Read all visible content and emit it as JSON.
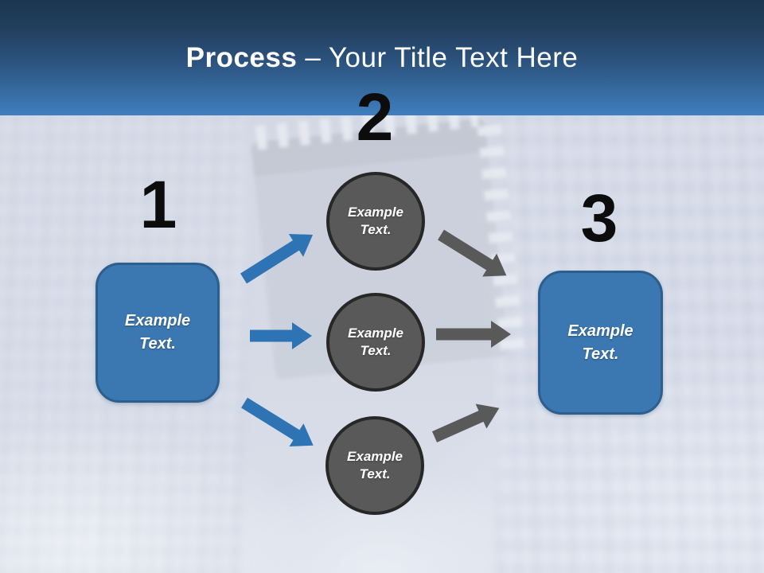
{
  "title": {
    "keyword": "Process",
    "rest": "– Your Title Text Here"
  },
  "steps": [
    {
      "number": "1"
    },
    {
      "number": "2"
    },
    {
      "number": "3"
    }
  ],
  "left_box": {
    "label": "Example Text."
  },
  "circles": [
    {
      "label": "Example Text."
    },
    {
      "label": "Example Text."
    },
    {
      "label": "Example Text."
    }
  ],
  "right_box": {
    "label": "Example Text."
  },
  "colors": {
    "header_top": "#1B3650",
    "header_bottom": "#3F7EC0",
    "number_color": "#0C0C0C",
    "box_fill": "#3B77B0",
    "box_border": "#2C5E8E",
    "circle_fill": "#595959",
    "circle_border": "#272727",
    "arrow_blue": "#2E74B5",
    "arrow_gray": "#595959",
    "label_color": "#FFFFFF"
  }
}
